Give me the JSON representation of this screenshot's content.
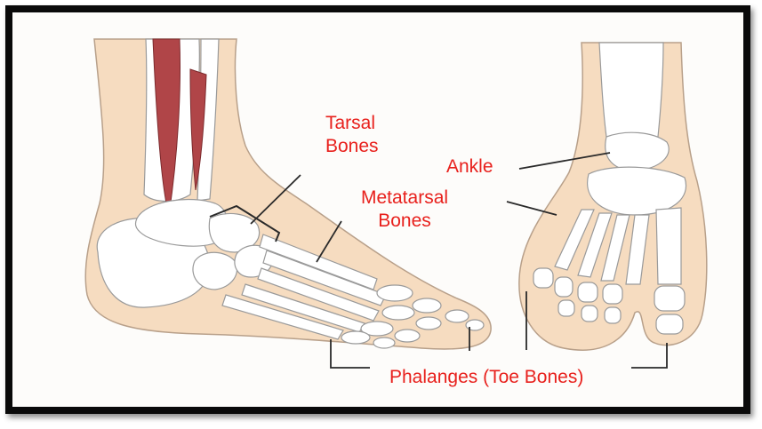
{
  "labels": {
    "tarsal": [
      "Tarsal",
      "Bones"
    ],
    "ankle": "Ankle",
    "metatarsal": [
      "Metatarsal",
      "Bones"
    ],
    "phalanges": "Phalanges (Toe Bones)"
  },
  "colors": {
    "skin": "#f6dcc0",
    "skin_outline": "#b8a08a",
    "bone": "#ffffff",
    "bone_outline": "#9a9a9a",
    "muscle": "#b04548",
    "label_text": "#e8201c",
    "leader_line": "#2a2a2a",
    "frame": "#0a0a0a"
  }
}
